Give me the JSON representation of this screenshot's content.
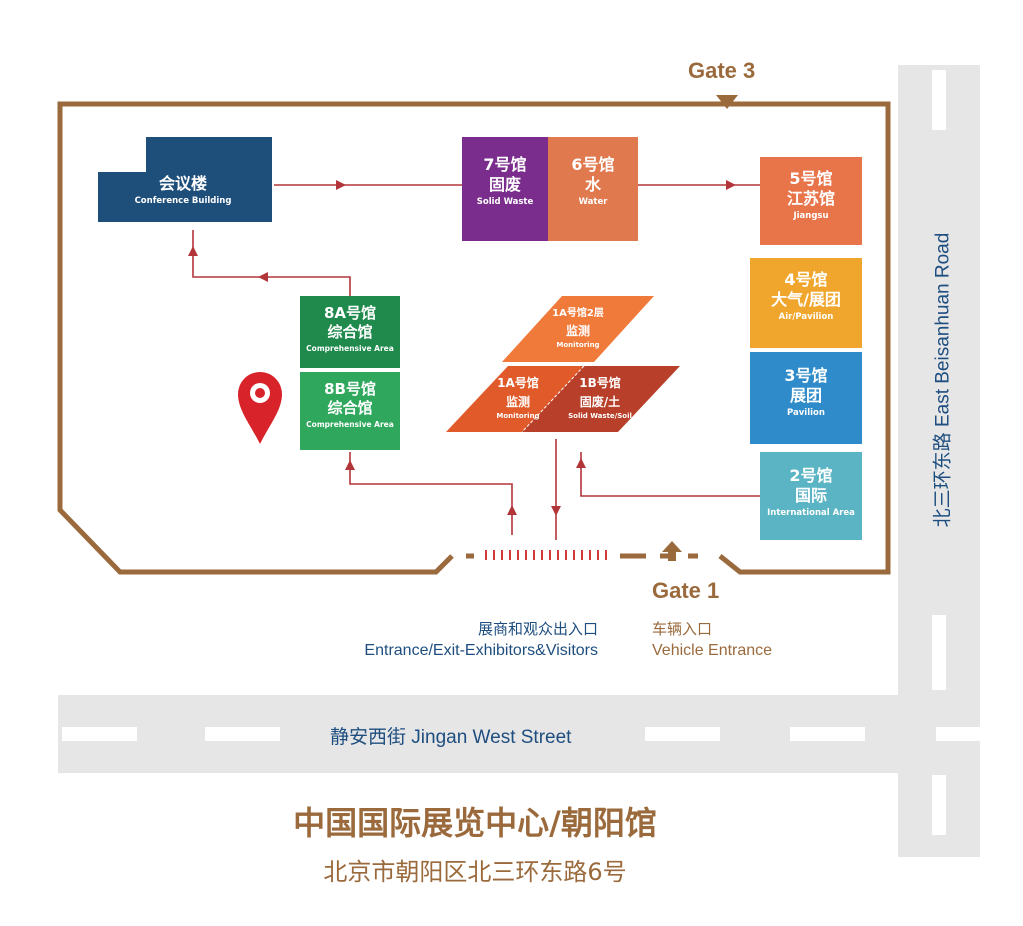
{
  "gates": {
    "gate3": "Gate 3",
    "gate1": "Gate 1"
  },
  "roads": {
    "east": "北三环东路 East Beisanhuan Road",
    "south": "静安西街 Jingan West Street"
  },
  "halls": {
    "conference": {
      "zh": "会议楼",
      "en": "Conference Building",
      "color": "#1e4e7a"
    },
    "h7": {
      "zh1": "7号馆",
      "zh2": "固废",
      "en": "Solid Waste",
      "color": "#7a2d8c"
    },
    "h6": {
      "zh1": "6号馆",
      "zh2": "水",
      "en": "Water",
      "color": "#e07a4e"
    },
    "h5": {
      "zh1": "5号馆",
      "zh2": "江苏馆",
      "en": "Jiangsu",
      "color": "#e8744a"
    },
    "h4": {
      "zh1": "4号馆",
      "zh2": "大气/展团",
      "en": "Air/Pavilion",
      "color": "#f0a62c"
    },
    "h3": {
      "zh1": "3号馆",
      "zh2": "展团",
      "en": "Pavilion",
      "color": "#2f8bc9"
    },
    "h2": {
      "zh1": "2号馆",
      "zh2": "国际",
      "en": "International Area",
      "color": "#5ab4c4"
    },
    "h8a": {
      "zh1": "8A号馆",
      "zh2": "综合馆",
      "en": "Comprehensive Area",
      "color": "#1f8a4c"
    },
    "h8b": {
      "zh1": "8B号馆",
      "zh2": "综合馆",
      "en": "Comprehensive Area",
      "color": "#2fa85e"
    },
    "h1a2": {
      "zh1": "1A号馆2层",
      "zh2": "监测",
      "en": "Monitoring",
      "color": "#f07a3a"
    },
    "h1a": {
      "zh1": "1A号馆",
      "zh2": "监测",
      "en": "Monitoring",
      "color": "#e05a2a"
    },
    "h1b": {
      "zh1": "1B号馆",
      "zh2": "固废/土",
      "en": "Solid Waste/Soil",
      "color": "#b8402a"
    }
  },
  "entrances": {
    "visitors_zh": "展商和观众出入口",
    "visitors_en": "Entrance/Exit-Exhibitors&Visitors",
    "vehicle_zh": "车辆入口",
    "vehicle_en": "Vehicle Entrance"
  },
  "title": {
    "main": "中国国际展览中心/朝阳馆",
    "sub": "北京市朝阳区北三环东路6号"
  },
  "colors": {
    "boundary": "#9b6a3c",
    "route": "#b2353a",
    "road": "#e6e6e6",
    "road_text": "#1e4e80",
    "vehicle_text": "#9b6a3c"
  }
}
